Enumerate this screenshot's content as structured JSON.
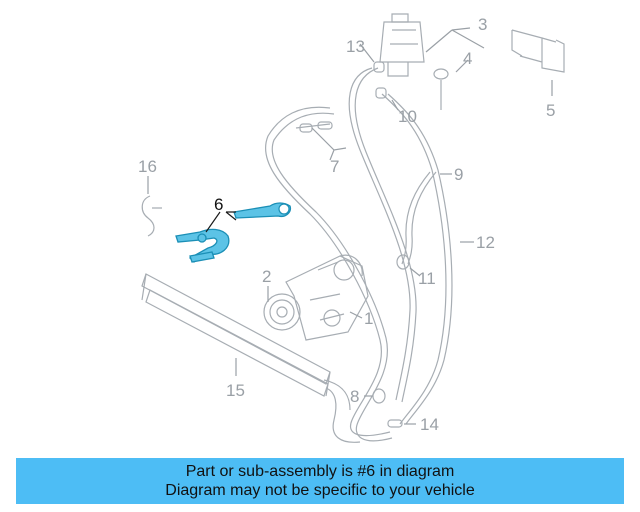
{
  "callouts": {
    "c1": "1",
    "c2": "2",
    "c3": "3",
    "c4": "4",
    "c5": "5",
    "c6": "6",
    "c7": "7",
    "c8": "8",
    "c9": "9",
    "c10": "10",
    "c11": "11",
    "c12": "12",
    "c13": "13",
    "c14": "14",
    "c15": "15",
    "c16": "16"
  },
  "highlighted_part": "6",
  "banner": {
    "line1": "Part or sub-assembly is #6 in diagram",
    "line2": "Diagram may not be specific to your vehicle"
  },
  "colors": {
    "highlight": "#5cc3e6",
    "banner": "#4dbdf5",
    "parts": "#a7adb3"
  }
}
